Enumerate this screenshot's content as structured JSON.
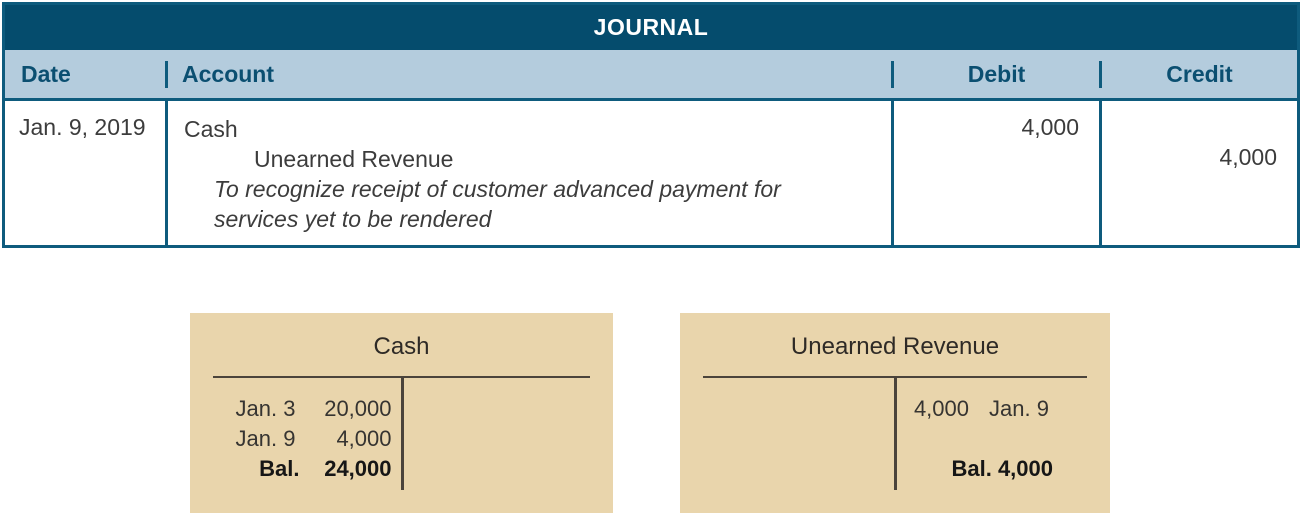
{
  "journal": {
    "title": "JOURNAL",
    "columns": {
      "date": "Date",
      "account": "Account",
      "debit": "Debit",
      "credit": "Credit"
    },
    "entry": {
      "date": "Jan. 9, 2019",
      "debit_account": "Cash",
      "credit_account": "Unearned Revenue",
      "debit_amount": "4,000",
      "credit_amount": "4,000",
      "memo_line1": "To recognize receipt of customer advanced payment for",
      "memo_line2": "services yet to be rendered"
    }
  },
  "t_accounts": [
    {
      "name": "Cash",
      "side": "debit",
      "entries": [
        {
          "date": "Jan. 3",
          "amount": "20,000"
        },
        {
          "date": "Jan. 9",
          "amount": "4,000"
        }
      ],
      "balance_label": "Bal.",
      "balance_amount": "24,000"
    },
    {
      "name": "Unearned Revenue",
      "side": "credit",
      "entries": [
        {
          "amount": "4,000",
          "date": "Jan. 9"
        }
      ],
      "balance_label": "Bal.",
      "balance_amount": "4,000"
    }
  ],
  "colors": {
    "band": "#054c6d",
    "table_border": "#0e5b7d",
    "header_row_bg": "#b4ccdd",
    "header_text": "#0b4f71",
    "taccount_bg": "#e9d5ac",
    "taccount_line": "#4b443b"
  }
}
